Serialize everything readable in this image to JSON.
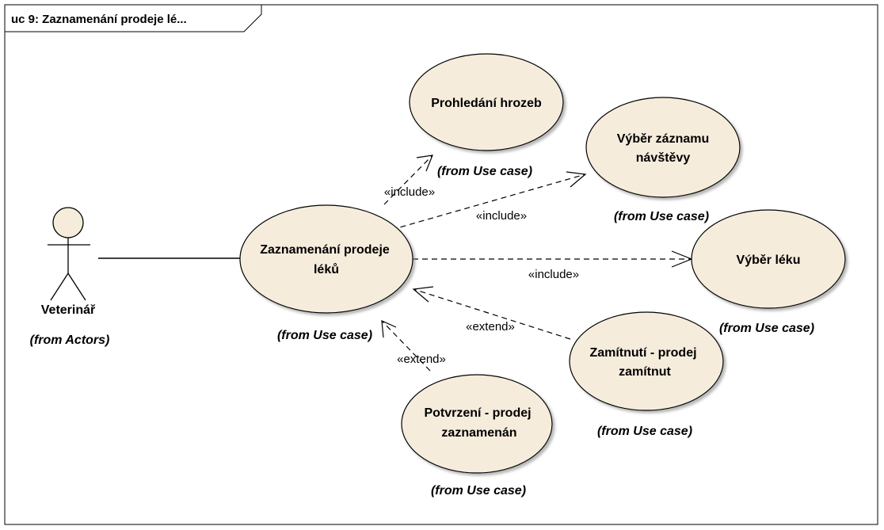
{
  "diagram": {
    "frame_title": "uc 9: Zaznamenání prodeje lé...",
    "actor": {
      "name": "Veterinář",
      "source": "(from Actors)"
    },
    "use_cases": {
      "main": {
        "lines": [
          "Zaznamenání prodeje",
          "léků"
        ],
        "source": "(from Use case)"
      },
      "prohledani": {
        "lines": [
          "Prohledání hrozeb"
        ],
        "source": "(from Use case)"
      },
      "vyber_zaznamu": {
        "lines": [
          "Výběr záznamu",
          "návštěvy"
        ],
        "source": "(from Use case)"
      },
      "vyber_leku": {
        "lines": [
          "Výběr léku"
        ],
        "source": "(from Use case)"
      },
      "zamitnuti": {
        "lines": [
          "Zamítnutí - prodej",
          "zamítnut"
        ],
        "source": "(from Use case)"
      },
      "potvrzeni": {
        "lines": [
          "Potvrzení - prodej",
          "zaznamenán"
        ],
        "source": "(from Use case)"
      }
    },
    "relations": {
      "include_1": "«include»",
      "include_2": "«include»",
      "include_3": "«include»",
      "extend_1": "«extend»",
      "extend_2": "«extend»"
    },
    "colors": {
      "use_case_fill": "#f5ecdc",
      "stroke": "#000000",
      "frame_fill": "#ffffff"
    }
  }
}
